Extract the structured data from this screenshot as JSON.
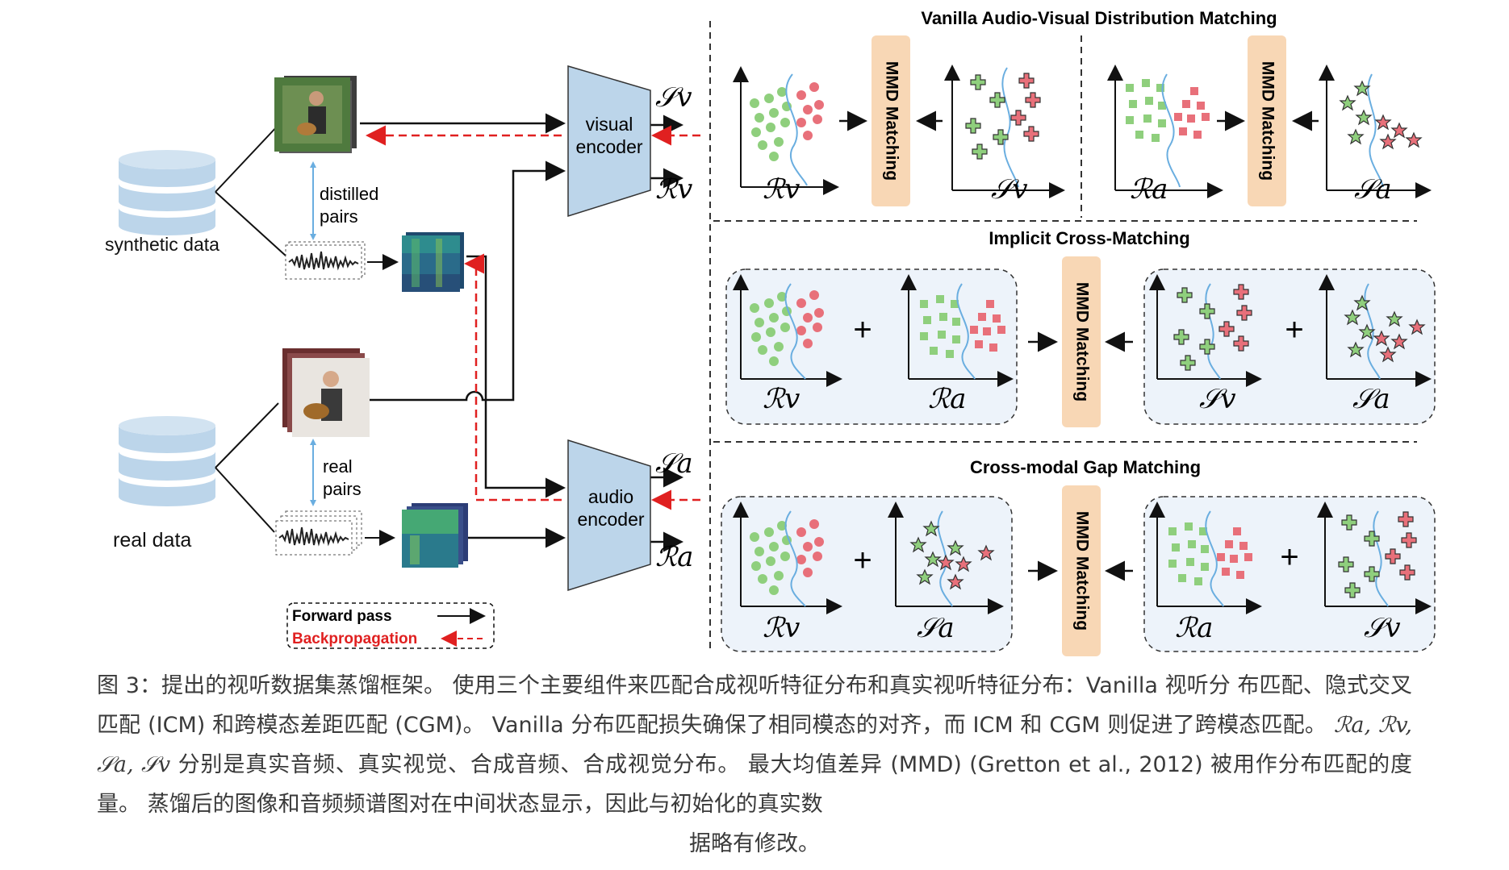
{
  "labels": {
    "synthetic_data": "synthetic data",
    "real_data": "real data",
    "distilled_pairs_1": "distilled",
    "distilled_pairs_2": "pairs",
    "real_pairs_1": "real",
    "real_pairs_2": "pairs",
    "visual_encoder_1": "visual",
    "visual_encoder_2": "encoder",
    "audio_encoder_1": "audio",
    "audio_encoder_2": "encoder",
    "legend_forward": "Forward pass",
    "legend_backprop": "Backpropagation"
  },
  "math": {
    "sv": "𝒮v",
    "rv": "ℛv",
    "sa": "𝒮a",
    "ra": "ℛa"
  },
  "panels": {
    "vanilla_title": "Vanilla Audio-Visual Distribution Matching",
    "icm_title": "Implicit Cross-Matching",
    "cgm_title": "Cross-modal Gap Matching",
    "mmd": "MMD Matching",
    "plus": "+"
  },
  "colors": {
    "encoder_fill": "#bcd5ea",
    "mmd_fill": "#f8d7b5",
    "panel_fill": "#edf3fa",
    "green": "#8fcf7d",
    "red": "#e8707a",
    "curve": "#6aaee0",
    "backprop": "#e02020"
  },
  "caption": {
    "line1": "图 3：提出的视听数据集蒸馏框架。 使用三个主要组件来匹配合成视听特征分布和真实视听特征分布：Vanilla 视听分",
    "line2": "布匹配、隐式交叉匹配 (ICM) 和跨模态差距匹配 (CGM)。 Vanilla 分布匹配损失确保了相同模态的对齐，而 ICM 和 CGM",
    "line3_a": "则促进了跨模态匹配。",
    "line3_math": "ℛa, ℛv, 𝒮a, 𝒮v",
    "line3_b": "分别是真实音频、真实视觉、合成音频、合成视觉分布。 最大均值差异 (MMD)",
    "line4": "(Gretton et al., 2012) 被用作分布匹配的度量。 蒸馏后的图像和音频频谱图对在中间状态显示，因此与初始化的真实数",
    "line5": "据略有修改。"
  }
}
